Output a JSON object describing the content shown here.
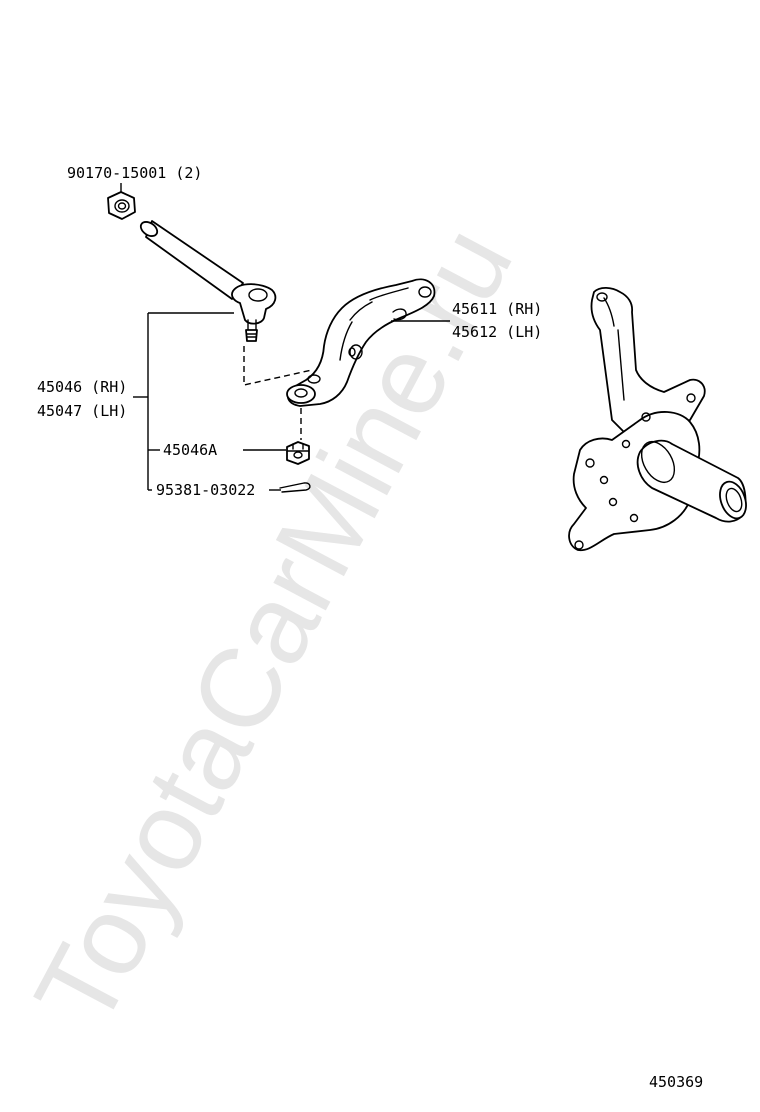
{
  "watermark": "ToyotaCarMine.ru",
  "diagram_id": "450369",
  "labels": {
    "nut": "90170-15001 (2)",
    "tie_rod_end_rh": "45046 (RH)",
    "tie_rod_end_lh": "45047 (LH)",
    "castle_nut": "45046A",
    "cotter_pin": "95381-03022",
    "knuckle_arm_rh": "45611 (RH)",
    "knuckle_arm_lh": "45612 (LH)"
  },
  "parts": [
    {
      "id": "nut",
      "icon": "hex-nut-icon"
    },
    {
      "id": "tie-rod-end",
      "icon": "tie-rod-end-icon"
    },
    {
      "id": "castle-nut",
      "icon": "castle-nut-icon"
    },
    {
      "id": "cotter-pin",
      "icon": "cotter-pin-icon"
    },
    {
      "id": "knuckle-arm",
      "icon": "knuckle-arm-icon"
    },
    {
      "id": "steering-knuckle",
      "icon": "steering-knuckle-icon"
    }
  ]
}
